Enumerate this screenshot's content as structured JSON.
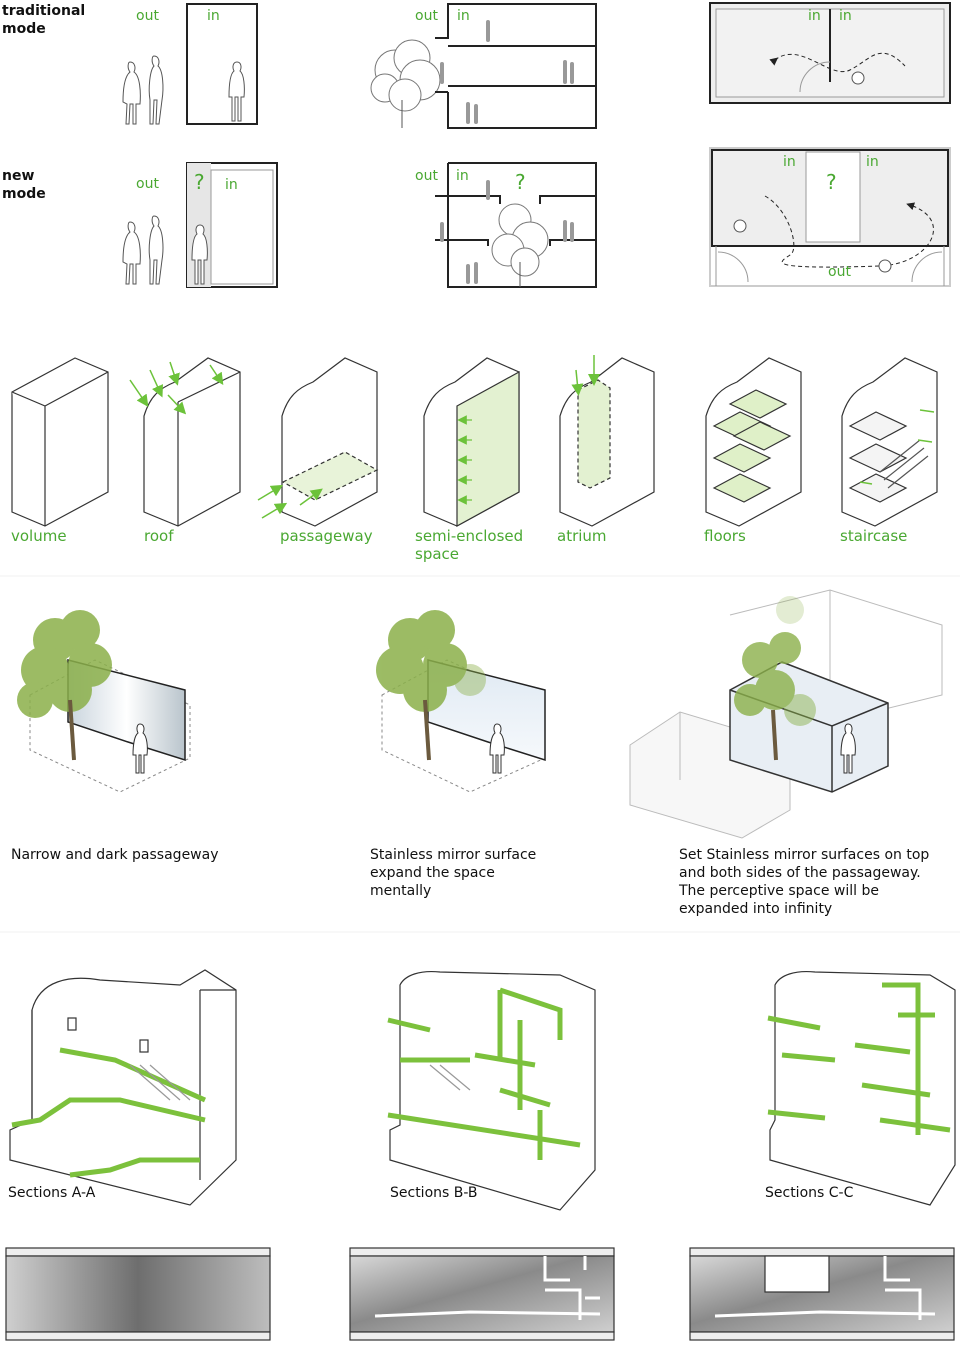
{
  "modes": {
    "traditional": "traditional\nmode",
    "new": "new\nmode"
  },
  "labels": {
    "out": "out",
    "in": "in",
    "question": "?"
  },
  "steps": [
    {
      "label": "volume"
    },
    {
      "label": "roof"
    },
    {
      "label": "passageway"
    },
    {
      "label": "semi-enclosed\nspace"
    },
    {
      "label": "atrium"
    },
    {
      "label": "floors"
    },
    {
      "label": "staircase"
    }
  ],
  "mirror_captions": [
    "Narrow and dark passageway",
    "Stainless mirror surface\nexpand the space\nmentally",
    "Set Stainless mirror surfaces on top\nand both sides of the passageway.\nThe perceptive space will be\nexpanded into infinity"
  ],
  "sections": [
    "Sections A-A",
    "Sections B-B",
    "Sections C-C"
  ],
  "colors": {
    "accent_green": "#4aa832",
    "line": "#222222",
    "fill_green": "#dff0c8"
  }
}
